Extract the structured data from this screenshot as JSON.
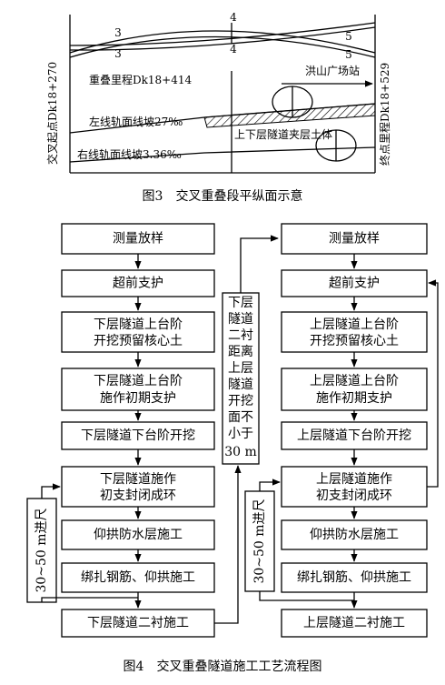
{
  "fig3": {
    "caption": "图3　交叉重叠段平纵面示意",
    "left_mileage": "交叉起点Dk18+270",
    "right_mileage": "终点里程Dk18+529",
    "overlap_mileage": "重叠里程Dk18+414",
    "station": "洪山广场站",
    "left_slope": "左线轨面线坡27‰",
    "right_slope": "右线轨面线坡3.36‰",
    "soil_label": "上下层隧道夹层土体",
    "line_num_3a": "3",
    "line_num_3b": "3",
    "line_num_4a": "4",
    "line_num_4b": "4",
    "line_num_5a": "5",
    "line_num_5b": "5"
  },
  "fig4": {
    "caption": "图4　交叉重叠隧道施工工艺流程图",
    "left": {
      "s1": "测量放样",
      "s2": "超前支护",
      "s3a": "下层隧道上台阶",
      "s3b": "开挖预留核心土",
      "s4a": "下层隧道上台阶",
      "s4b": "施作初期支护",
      "s5": "下层隧道下台阶开挖",
      "s6a": "下层隧道施作",
      "s6b": "初支封闭成环",
      "s7": "仰拱防水层施工",
      "s8": "绑扎钢筋、仰拱施工",
      "s9": "下层隧道二衬施工",
      "loop": "30~50 m进尺"
    },
    "middle": {
      "lines": [
        "下层",
        "隧道",
        "二衬",
        "距离",
        "上层",
        "隧道",
        "开挖",
        "面不",
        "小于",
        "30 m"
      ]
    },
    "right": {
      "s1": "测量放样",
      "s2": "超前支护",
      "s3a": "上层隧道上台阶",
      "s3b": "开挖预留核心土",
      "s4a": "上层隧道上台阶",
      "s4b": "施作初期支护",
      "s5": "上层隧道下台阶开挖",
      "s6a": "上层隧道施作",
      "s6b": "初支封闭成环",
      "s7": "仰拱防水层施工",
      "s8": "绑扎钢筋、仰拱施工",
      "s9": "上层隧道二衬施工",
      "loop": "30~50 m进尺"
    }
  }
}
